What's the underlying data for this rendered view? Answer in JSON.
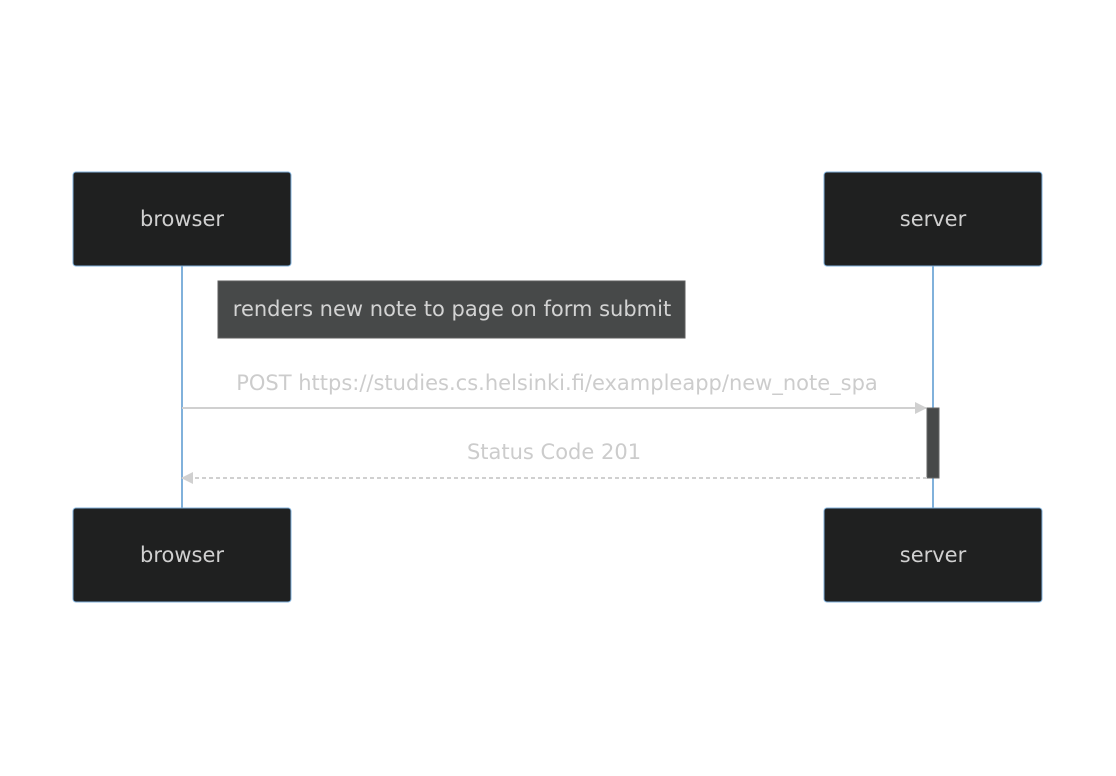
{
  "participants": [
    {
      "id": "browser",
      "label": "browser"
    },
    {
      "id": "server",
      "label": "server"
    }
  ],
  "note": {
    "text": "renders new note to page on form submit",
    "over": "browser"
  },
  "messages": [
    {
      "from": "browser",
      "to": "server",
      "label": "POST https://studies.cs.helsinki.fi/exampleapp/new_note_spa",
      "style": "solid"
    },
    {
      "from": "server",
      "to": "browser",
      "label": "Status Code 201",
      "style": "dashed"
    }
  ],
  "activation": {
    "participant": "server",
    "starts_at_message": 0,
    "ends_at_message": 1
  },
  "colors": {
    "actor_fill": "#1f2020",
    "actor_border": "#81b1db",
    "lifeline": "#81b1db",
    "note_fill": "#474949",
    "message_line": "#d0d0d0",
    "message_text": "#cccccc"
  }
}
